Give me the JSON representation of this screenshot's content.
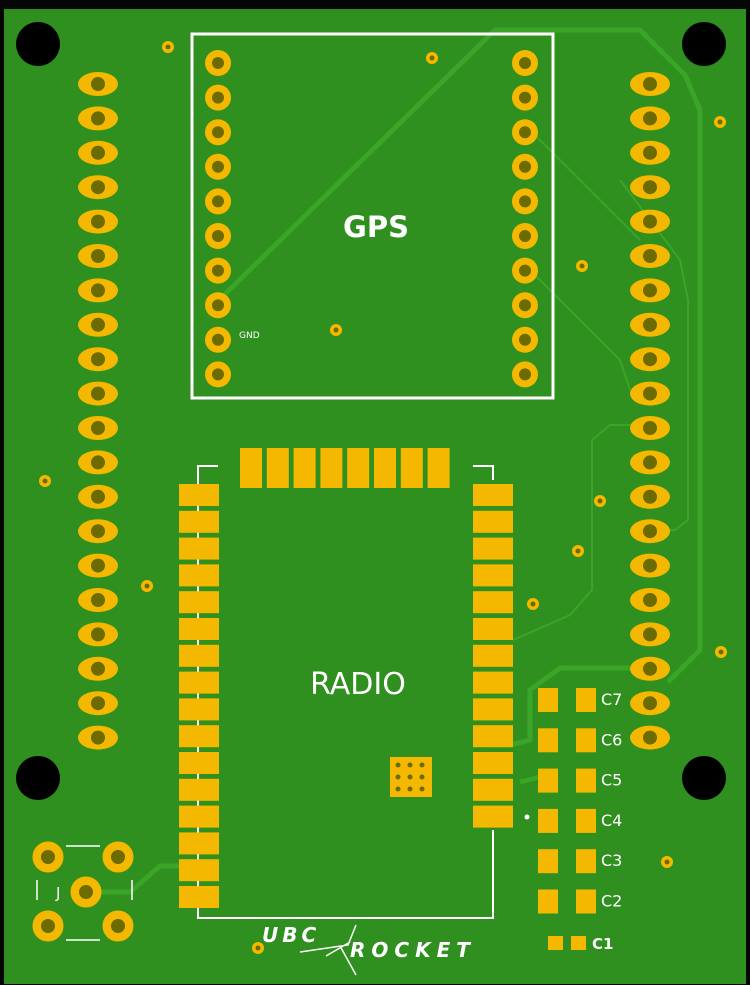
{
  "board": {
    "colors": {
      "edge": "#050505",
      "substrate": "#2f8f1f",
      "trace": "#3aa526",
      "silkscreen": "#ffffff",
      "copper": "#f5b800",
      "drill": "#6b6b00",
      "hole": "#000000"
    },
    "header_pin_count": 20,
    "gps_pin_count_per_side": 10,
    "radio_pad_count_per_side": 16,
    "radio_top_pad_count": 8
  },
  "labels": {
    "gps": "GPS",
    "gnd": "GND",
    "radio": "RADIO",
    "connector": "J",
    "caps": [
      "C7",
      "C6",
      "C5",
      "C4",
      "C3",
      "C2",
      "C1"
    ],
    "logo_top": "UBC",
    "logo_bottom": "ROCKET"
  }
}
